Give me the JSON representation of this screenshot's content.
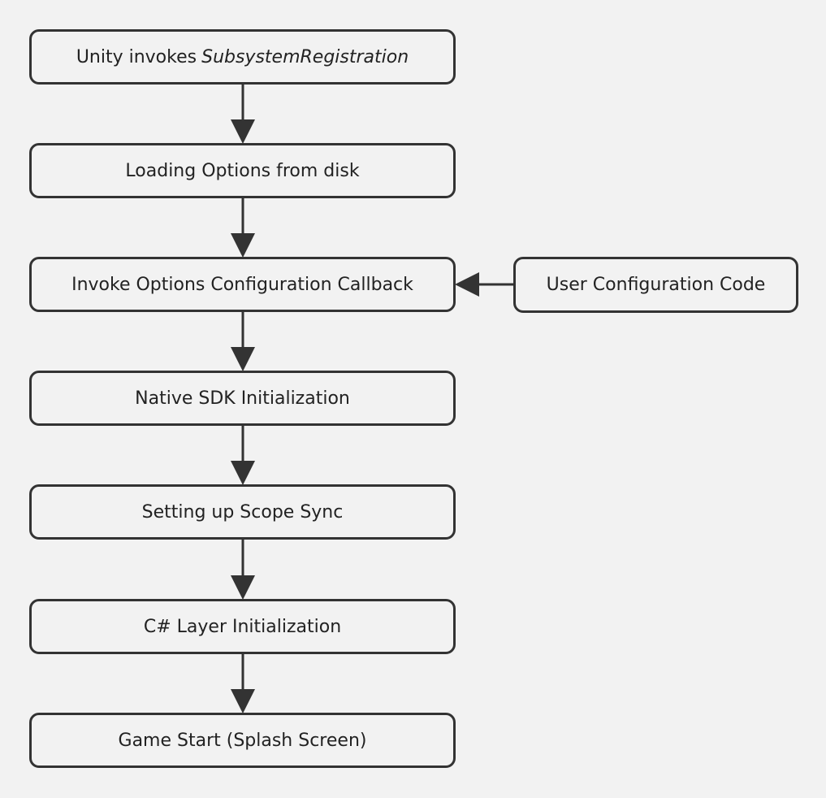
{
  "diagram": {
    "nodes": [
      {
        "id": "n1",
        "text": "Unity invokes",
        "emphasis": "SubsystemRegistration"
      },
      {
        "id": "n2",
        "text": "Loading Options from disk"
      },
      {
        "id": "n3",
        "text": "Invoke Options Configuration Callback"
      },
      {
        "id": "n4",
        "text": "Native SDK Initialization"
      },
      {
        "id": "n5",
        "text": "Setting up Scope Sync"
      },
      {
        "id": "n6",
        "text": "C# Layer Initialization"
      },
      {
        "id": "n7",
        "text": "Game Start (Splash Screen)"
      },
      {
        "id": "side",
        "text": "User Configuration Code"
      }
    ],
    "edges": [
      {
        "from": "n1",
        "to": "n2"
      },
      {
        "from": "n2",
        "to": "n3"
      },
      {
        "from": "n3",
        "to": "n4"
      },
      {
        "from": "n4",
        "to": "n5"
      },
      {
        "from": "n5",
        "to": "n6"
      },
      {
        "from": "n6",
        "to": "n7"
      },
      {
        "from": "side",
        "to": "n3"
      }
    ],
    "colors": {
      "background": "#f2f2f2",
      "stroke": "#333333",
      "text": "#222222"
    }
  }
}
